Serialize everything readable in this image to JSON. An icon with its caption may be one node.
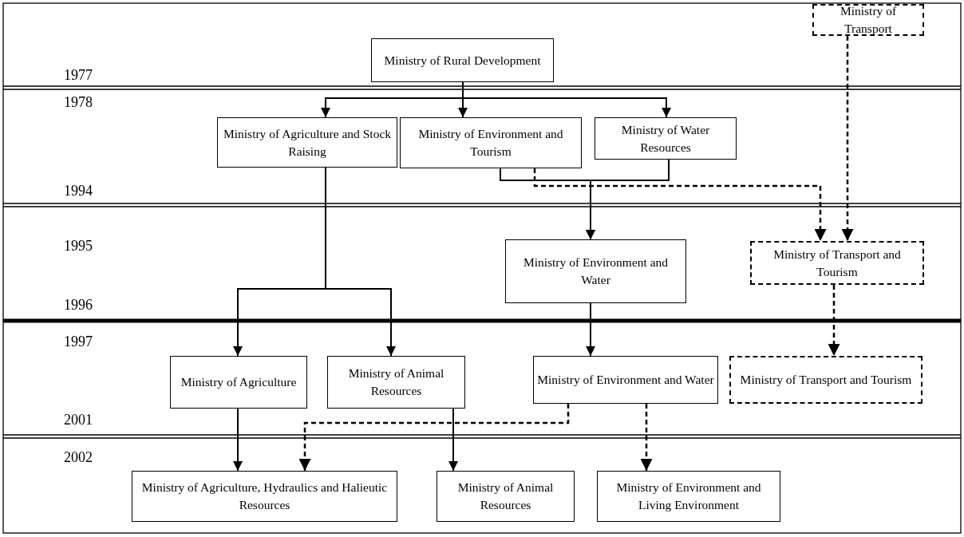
{
  "diagram": {
    "nodes": [
      {
        "text": [
          "Ministry of Rural Development"
        ]
      },
      {
        "text": [
          "Ministry of Transport"
        ]
      },
      {
        "text": [
          "Ministry of Agriculture and Stock Raising"
        ]
      },
      {
        "text": [
          "Ministry of Environment and Tourism"
        ]
      },
      {
        "text": [
          "Ministry of Water Resources"
        ]
      },
      {
        "text": [
          "Ministry of Environment and Water"
        ]
      },
      {
        "text": [
          "Ministry of Transport and Tourism"
        ]
      },
      {
        "text": [
          "Ministry of Agriculture"
        ]
      },
      {
        "text": [
          "Ministry of Animal Resources"
        ]
      },
      {
        "text": [
          "Ministry of Environment and Water"
        ]
      },
      {
        "text": [
          "Ministry of Transport and Tourism"
        ]
      },
      {
        "text": [
          "Ministry of Agriculture, Hydraulics and Halieutic Resources"
        ]
      },
      {
        "text": [
          "Ministry of Animal Resources"
        ]
      },
      {
        "text": [
          "Ministry of Environment and Living Environment"
        ]
      }
    ],
    "edges": [
      {
        "from": 0,
        "to": 2,
        "arrow": "to"
      },
      {
        "from": 0,
        "to": 3,
        "arrow": "to"
      },
      {
        "from": 0,
        "to": 4,
        "arrow": "to"
      },
      {
        "from": 1,
        "to": 6,
        "arrow": "to",
        "style": "dashed"
      },
      {
        "from": 3,
        "to": 6,
        "arrow": "to",
        "style": "dashed"
      },
      {
        "from": 3,
        "to": 5,
        "arrow": "to"
      },
      {
        "from": 4,
        "to": 5,
        "arrow": "to"
      },
      {
        "from": 2,
        "to": 7,
        "arrow": "to"
      },
      {
        "from": 2,
        "to": 8,
        "arrow": "to"
      },
      {
        "from": 5,
        "to": 9,
        "arrow": "to"
      },
      {
        "from": 6,
        "to": 10,
        "arrow": "to",
        "style": "dashed"
      },
      {
        "from": 7,
        "to": 11,
        "arrow": "to"
      },
      {
        "from": 9,
        "to": 11,
        "arrow": "to",
        "style": "dashed"
      },
      {
        "from": 8,
        "to": 12,
        "arrow": "to"
      },
      {
        "from": 9,
        "to": 13,
        "arrow": "to",
        "style": "dashed"
      }
    ],
    "labels": [
      "1977",
      "1978",
      "1994",
      "1995",
      "1996",
      "1997",
      "2001",
      "2002"
    ]
  }
}
